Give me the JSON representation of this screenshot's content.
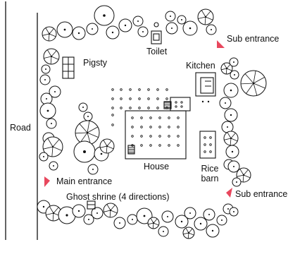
{
  "labels": {
    "road": "Road",
    "toilet": "Toilet",
    "pigsty": "Pigsty",
    "kitchen": "Kitchen",
    "house": "House",
    "rice_barn_line1": "Rice",
    "rice_barn_line2": "barn",
    "main_entrance": "Main entrance",
    "ghost_shrine": "Ghost shrine (4 directions)",
    "sub_entrance_top": "Sub entrance",
    "sub_entrance_bottom": "Sub entrance"
  },
  "colors": {
    "line": "#111111",
    "entrance_marker": "#e8475d",
    "background": "#ffffff"
  },
  "icons": {
    "tree": "tree-canopy-icon",
    "entrance": "entrance-arrow-icon"
  }
}
